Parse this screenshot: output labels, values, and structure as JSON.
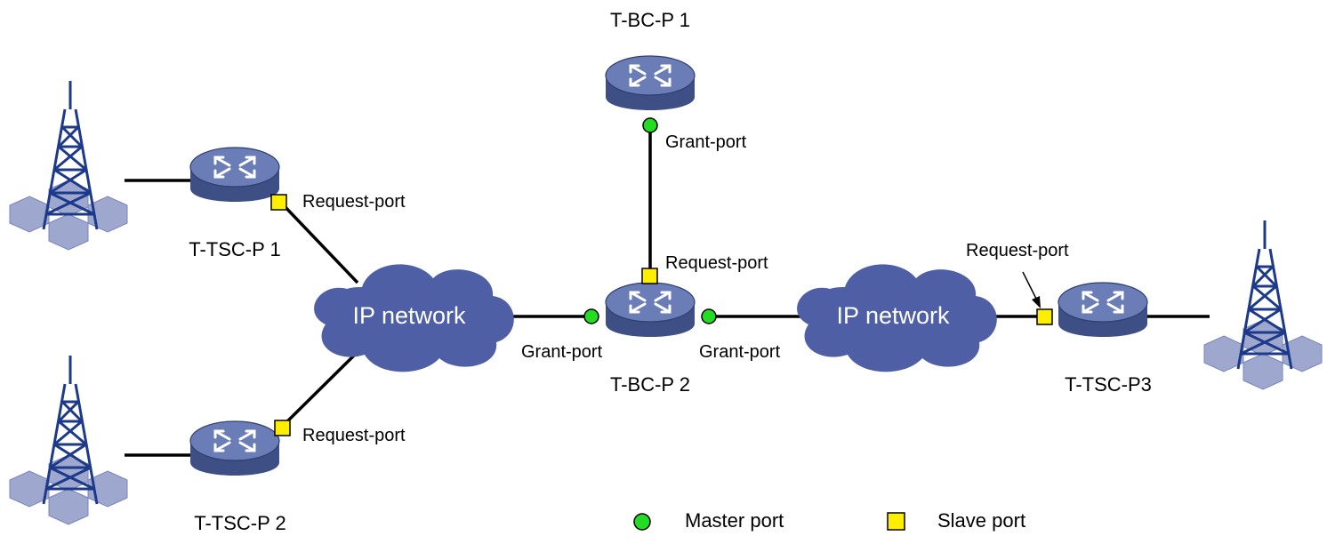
{
  "nodes": {
    "tbc1": "T-BC-P 1",
    "tbc2": "T-BC-P 2",
    "ttsc1": "T-TSC-P 1",
    "ttsc2": "T-TSC-P 2",
    "ttsc3": "T-TSC-P3"
  },
  "clouds": {
    "left": "IP network",
    "right": "IP network"
  },
  "ports": {
    "tbc1_grant": "Grant-port",
    "tbc2_request": "Request-port",
    "tbc2_grant_left": "Grant-port",
    "tbc2_grant_right": "Grant-port",
    "ttsc1_request": "Request-port",
    "ttsc2_request": "Request-port",
    "ttsc3_request": "Request-port"
  },
  "legend": {
    "master": "Master port",
    "slave": "Slave port"
  },
  "colors": {
    "device": "#5b6fa8",
    "device_dark": "#3e4f86",
    "cloud": "#4f5fa6",
    "master_port": "#22dd22",
    "slave_port": "#ffee00",
    "tower": "#1d3a8a",
    "cell": "#9ea8cf"
  },
  "icons": {
    "device": "switch-router-icon",
    "tower": "cell-tower-icon",
    "cloud": "cloud-icon"
  }
}
